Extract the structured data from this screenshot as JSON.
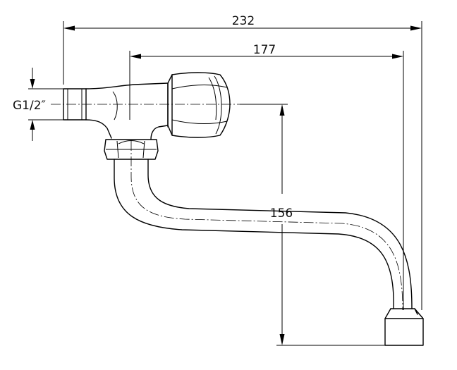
{
  "dimensions": {
    "overall_width": "232",
    "reach": "177",
    "height": "156",
    "thread": "G1/2″"
  }
}
